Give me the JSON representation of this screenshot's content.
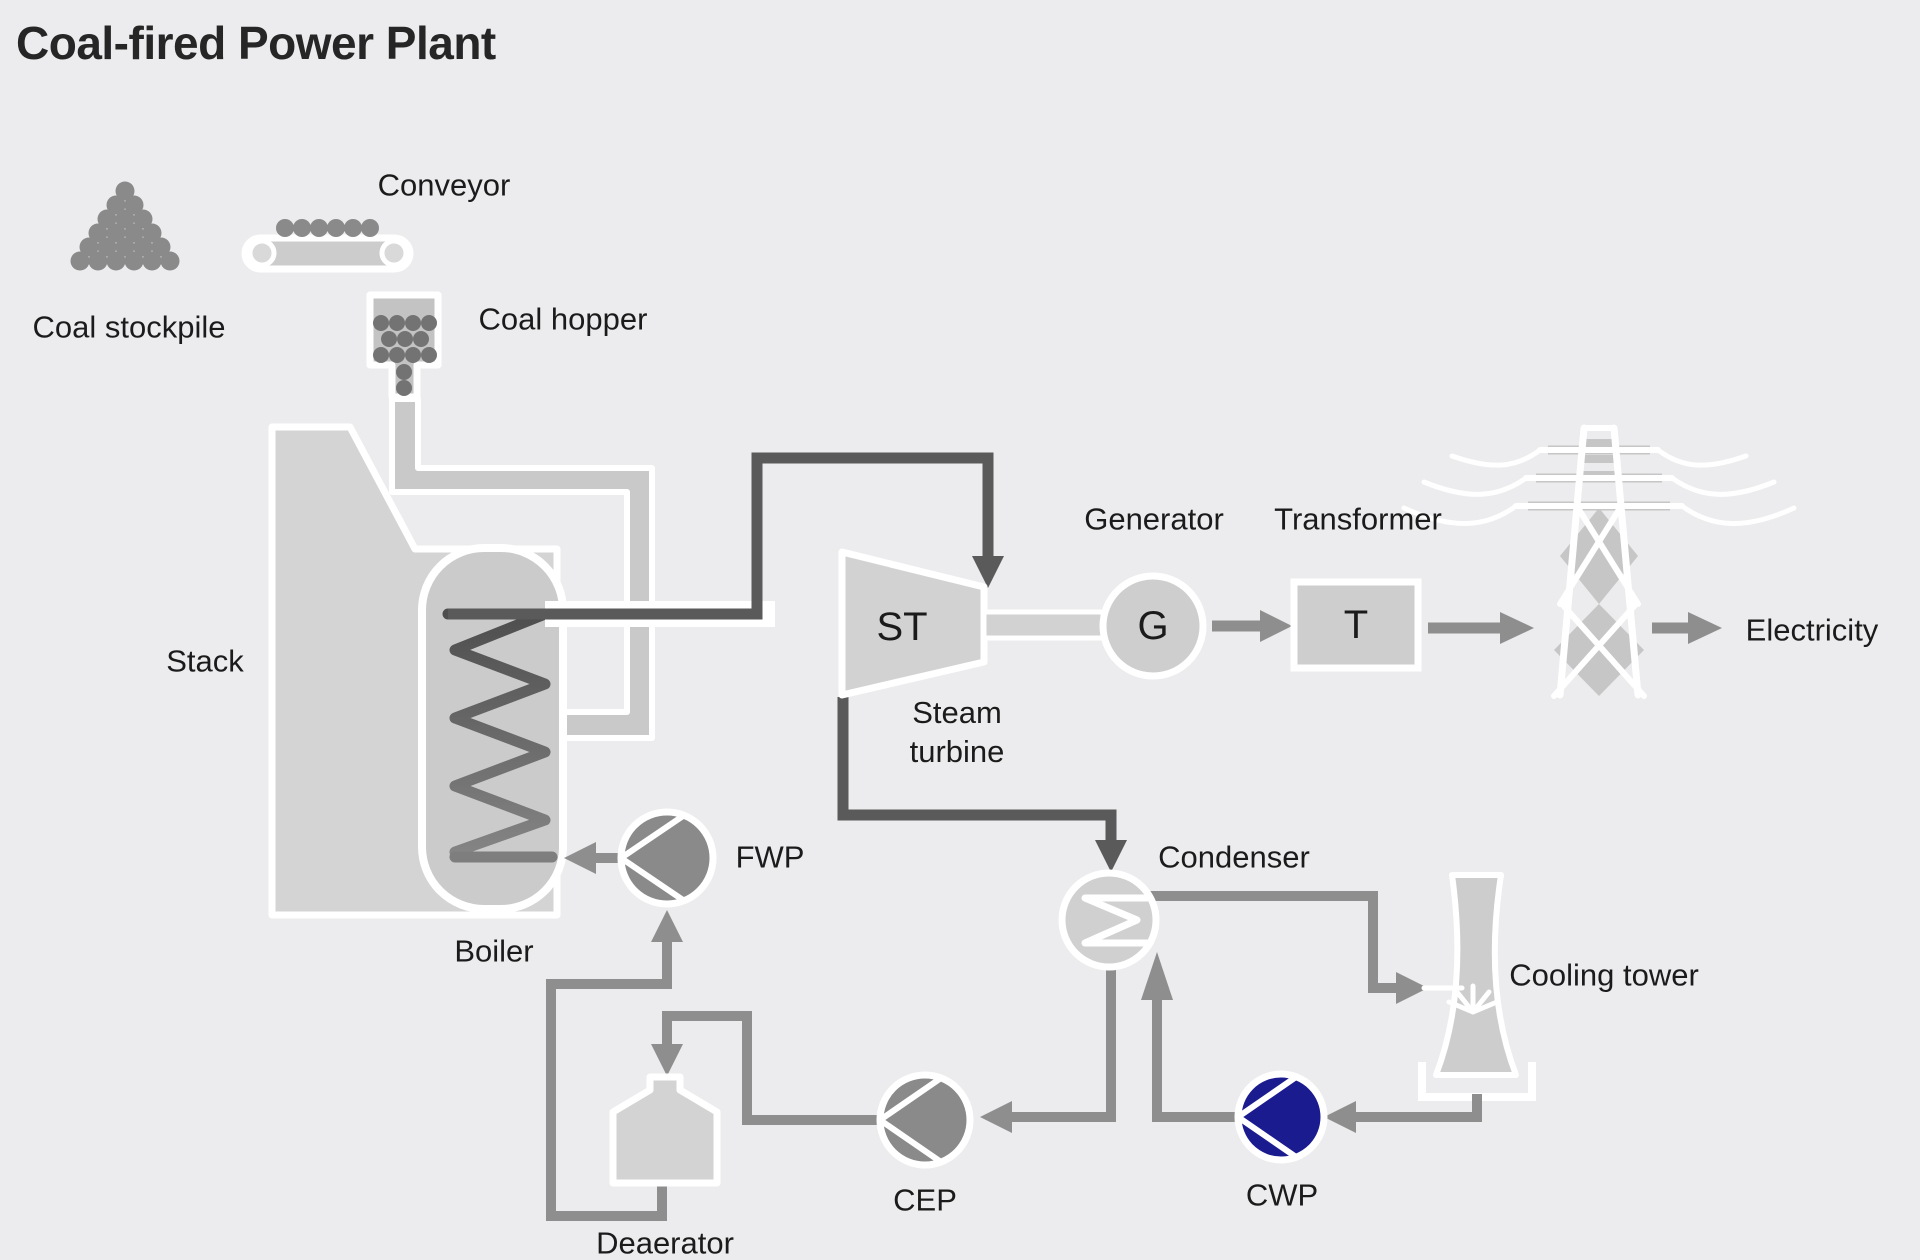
{
  "title": "Coal-fired Power Plant",
  "labels": {
    "coal_stockpile": "Coal stockpile",
    "conveyor": "Conveyor",
    "coal_hopper": "Coal hopper",
    "stack": "Stack",
    "boiler": "Boiler",
    "fwp": "FWP",
    "steam_turbine": "Steam turbine",
    "generator": "Generator",
    "transformer": "Transformer",
    "electricity": "Electricity",
    "condenser": "Condenser",
    "cooling_tower": "Cooling tower",
    "cep": "CEP",
    "cwp": "CWP",
    "deaerator": "Deaerator"
  },
  "letters": {
    "steam_turbine": "ST",
    "generator": "G",
    "transformer": "T"
  },
  "colors": {
    "background": "#ececee",
    "structure_fill": "#d4d4d4",
    "vessel_fill": "#cbcbcb",
    "equipment_fill": "#d0d0d0",
    "outline_white": "#ffffff",
    "pipe_dark": "#5a5a5a",
    "pipe_medium": "#8e8e8e",
    "pump_gray": "#8a8a8a",
    "pump_navy": "#1b1b90",
    "coal_dot": "#8a8a8a",
    "hopper_coal_dot": "#737373",
    "text": "#1b1b1b"
  },
  "icons": [
    "coal-stockpile-icon",
    "conveyor-icon",
    "coal-hopper-icon",
    "stack-building-icon",
    "flue-duct-icon",
    "boiler-vessel-icon",
    "heating-coil-icon",
    "steam-turbine-icon",
    "shaft-icon",
    "generator-icon",
    "transformer-icon",
    "transmission-tower-icon",
    "condenser-icon",
    "cooling-tower-icon",
    "pump-icon",
    "deaerator-icon"
  ]
}
